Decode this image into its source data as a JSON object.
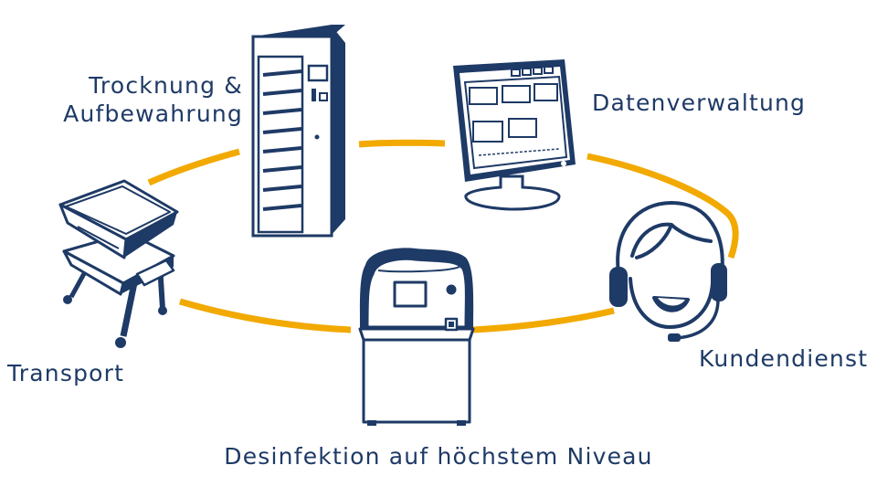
{
  "colors": {
    "navy": "#1e3a66",
    "orange": "#f2a900",
    "background": "#ffffff"
  },
  "labels": {
    "drying_line1": "Trocknung &",
    "drying_line2": "Aufbewahrung",
    "data_management": "Datenverwaltung",
    "transport": "Transport",
    "customer_service": "Kundendienst",
    "disinfection": "Desinfektion auf höchstem Niveau"
  },
  "icons": [
    "drying-cabinet-icon",
    "monitor-icon",
    "headset-agent-icon",
    "disinfector-icon",
    "transport-cart-icon"
  ]
}
